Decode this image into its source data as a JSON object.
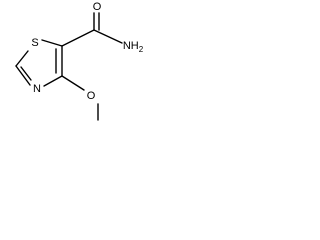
{
  "molecule": {
    "atoms": {
      "sulfur": "S",
      "ring_nitrogen": "N",
      "carbonyl_oxygen": "O",
      "amide_nitrogen": "NH",
      "amide_h_count": "2",
      "ether_oxygen": "O"
    }
  }
}
